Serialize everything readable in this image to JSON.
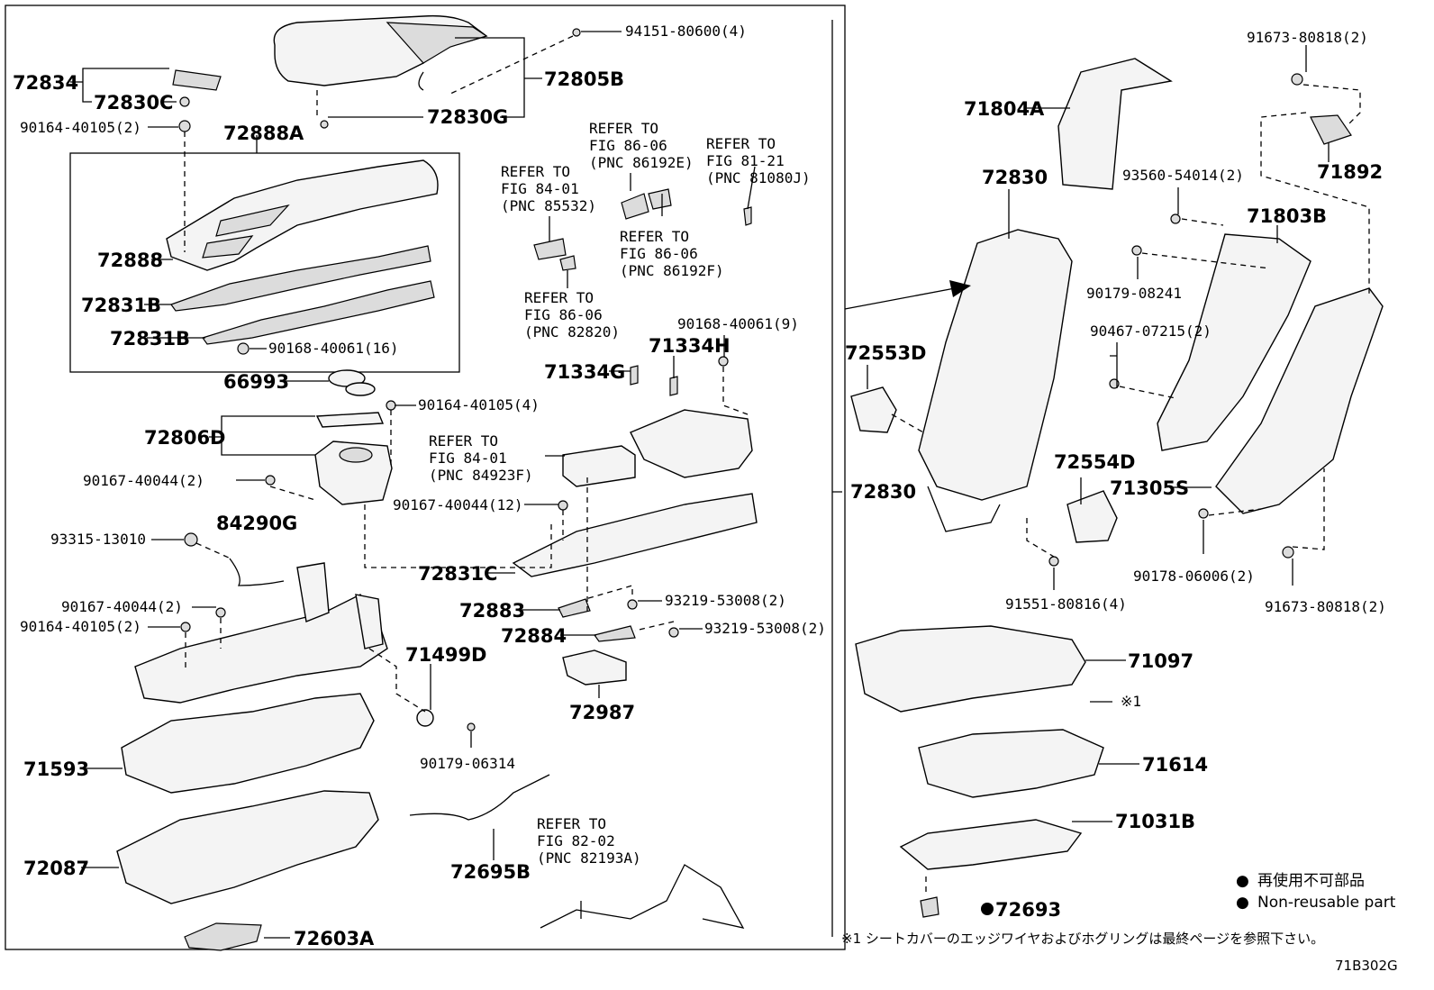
{
  "labels": {
    "p72834": "72834",
    "p72830C": "72830C",
    "p90164_40105_2_a": "90164-40105(2)",
    "p72888A": "72888A",
    "p94151": "94151-80600(4)",
    "p72805B": "72805B",
    "p72830G": "72830G",
    "p72888": "72888",
    "p72831B_1": "72831B",
    "p72831B_2": "72831B",
    "p90168_16": "90168-40061(16)",
    "p66993": "66993",
    "p90164_4": "90164-40105(4)",
    "p72806D": "72806D",
    "p90167_2_a": "90167-40044(2)",
    "p84290G": "84290G",
    "p93315": "93315-13010",
    "p90167_12": "90167-40044(12)",
    "p72831C": "72831C",
    "p90167_2_b": "90167-40044(2)",
    "p90164_2_b": "90164-40105(2)",
    "p71499D": "71499D",
    "p72883": "72883",
    "p93219_a": "93219-53008(2)",
    "p72884": "72884",
    "p93219_b": "93219-53008(2)",
    "p72987": "72987",
    "p90179_06314": "90179-06314",
    "p71593": "71593",
    "p72087": "72087",
    "p72695B": "72695B",
    "p72603A": "72603A",
    "p71334G": "71334G",
    "p71334H": "71334H",
    "p90168_9": "90168-40061(9)",
    "p72830_main": "72830",
    "p72830_top": "72830",
    "p71804A": "71804A",
    "p91673_top": "91673-80818(2)",
    "p71892": "71892",
    "p93560": "93560-54014(2)",
    "p71803B": "71803B",
    "p90179_08241": "90179-08241",
    "p90467": "90467-07215(2)",
    "p72553D": "72553D",
    "p72554D": "72554D",
    "p71305S": "71305S",
    "p90178": "90178-06006(2)",
    "p91673_bot": "91673-80818(2)",
    "p91551": "91551-80816(4)",
    "p71097": "71097",
    "p71614": "71614",
    "p71031B": "71031B",
    "p72693": "72693",
    "note1": "※1"
  },
  "refs": {
    "r1": [
      "REFER TO",
      "FIG 86-06",
      "(PNC 86192E)"
    ],
    "r2": [
      "REFER TO",
      "FIG 81-21",
      "(PNC 81080J)"
    ],
    "r3": [
      "REFER TO",
      "FIG 84-01",
      "(PNC 85532)"
    ],
    "r4": [
      "REFER TO",
      "FIG 86-06",
      "(PNC 86192F)"
    ],
    "r5": [
      "REFER TO",
      "FIG 86-06",
      "(PNC 82820)"
    ],
    "r6": [
      "REFER TO",
      "FIG 84-01",
      "(PNC 84923F)"
    ],
    "r7": [
      "REFER TO",
      "FIG 82-02",
      "(PNC 82193A)"
    ]
  },
  "legend": {
    "symbol": "●",
    "jp": "再使用不可部品",
    "en": "Non-reusable part"
  },
  "footnote": "※1 シートカバーのエッジワイヤおよびホグリングは最終ページを参照下さい。",
  "figure_code": "71B302G"
}
